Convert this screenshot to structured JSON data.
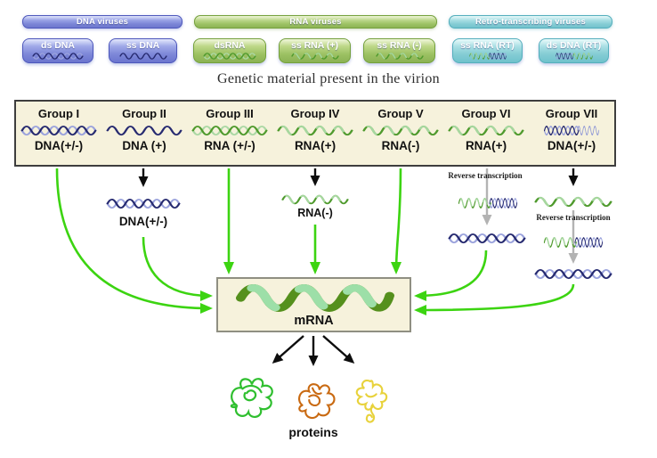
{
  "header": {
    "families": [
      {
        "label": "DNA viruses",
        "color": "#7a84d6"
      },
      {
        "label": "RNA viruses",
        "color": "#9cc163"
      },
      {
        "label": "Retro-transcribing viruses",
        "color": "#84ccd4"
      }
    ],
    "pills": [
      {
        "label": "ds DNA",
        "icon": "double-helix-dna-icon"
      },
      {
        "label": "ss DNA",
        "icon": "dna-wave-icon"
      },
      {
        "label": "dsRNA",
        "icon": "double-helix-rna-icon"
      },
      {
        "label": "ss RNA (+)",
        "icon": "rna-wave-icon"
      },
      {
        "label": "ss RNA (-)",
        "icon": "rna-wave-icon"
      },
      {
        "label": "ss RNA (RT)",
        "icon": "rna-dna-hybrid-icon"
      },
      {
        "label": "ds DNA (RT)",
        "icon": "dna-rna-hybrid-icon"
      }
    ],
    "caption": "Genetic material present in the virion"
  },
  "groups": [
    {
      "name": "Group I",
      "genome": "DNA(+/-)",
      "icon": "double-helix-dna-icon"
    },
    {
      "name": "Group II",
      "genome": "DNA (+)",
      "icon": "dna-wave-icon"
    },
    {
      "name": "Group III",
      "genome": "RNA (+/-)",
      "icon": "double-helix-rna-icon"
    },
    {
      "name": "Group IV",
      "genome": "RNA(+)",
      "icon": "rna-wave-icon"
    },
    {
      "name": "Group V",
      "genome": "RNA(-)",
      "icon": "rna-wave-icon"
    },
    {
      "name": "Group VI",
      "genome": "RNA(+)",
      "icon": "rna-wave-icon"
    },
    {
      "name": "Group VII",
      "genome": "DNA(+/-)",
      "icon": "dna-helix-wave-icon"
    }
  ],
  "pathway": {
    "group2_intermediate": "DNA(+/-)",
    "group4_intermediate": "RNA(-)",
    "group6_step": "Reverse transcription",
    "group7_step": "Reverse transcription",
    "mrna_label": "mRNA",
    "proteins_label": "proteins"
  },
  "colors": {
    "transcription_arrow_green": "#3cd411",
    "step_arrow_black": "#0d0d0d",
    "reverse_transcription_arrow_gray": "#b3b3b3",
    "panel_background": "#f6f2dc"
  }
}
